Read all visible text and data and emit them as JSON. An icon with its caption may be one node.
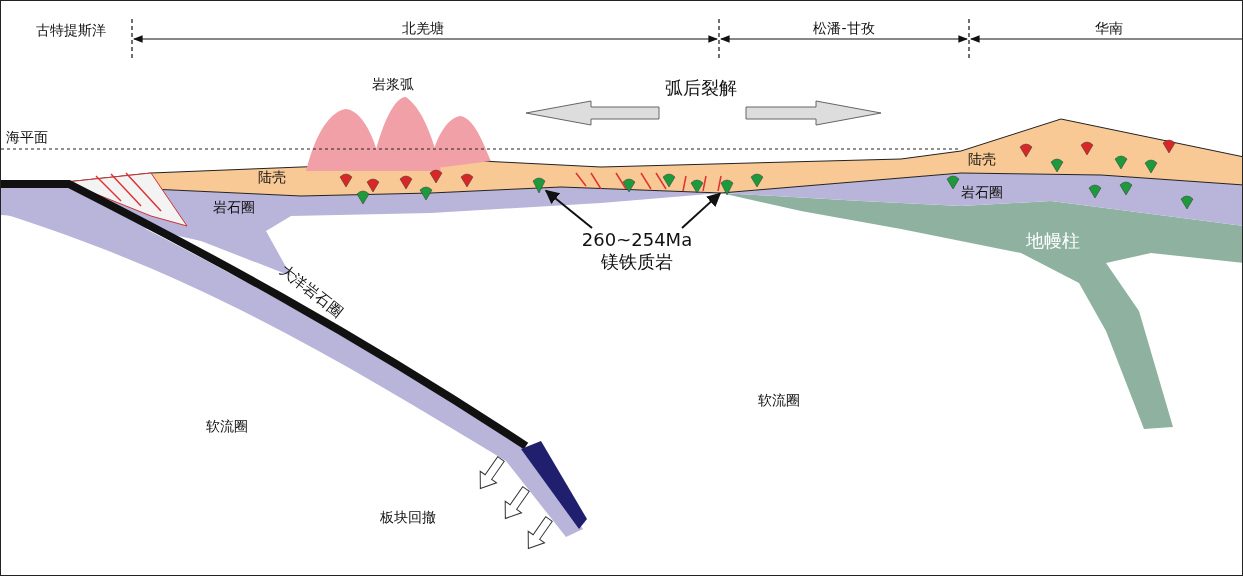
{
  "diagram": {
    "nodes": [
      {
        "text": [
          "260~254Ma",
          "镁铁质岩"
        ]
      },
      {
        "text": [],
        "shape": "drop"
      },
      {
        "text": [],
        "shape": "drop"
      }
    ],
    "edges": [
      {
        "from": 0,
        "to": 1,
        "arrow": "to"
      },
      {
        "from": 0,
        "to": 2,
        "arrow": "to"
      }
    ],
    "labels": [
      "古特提斯洋",
      "北羌塘",
      "松潘-甘孜",
      "华南",
      "岩浆弧",
      "弧后裂解",
      "海平面",
      "陆壳",
      "陆壳",
      "岩石圈",
      "岩石圈",
      "地幔柱",
      "大洋岩石圈",
      "软流圈",
      "软流圈",
      "板块回撤"
    ]
  }
}
